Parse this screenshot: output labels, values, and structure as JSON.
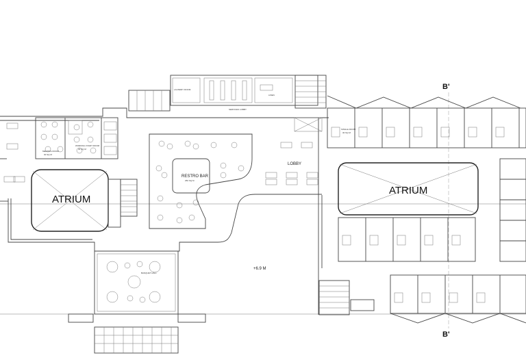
{
  "labels": {
    "atrium_left": "ATRIUM",
    "atrium_right": "ATRIUM",
    "restro_bar": "RESTRO BAR",
    "restro_bar_area": "250 SQ M",
    "lobby": "LOBBY",
    "level": "+6.9 M",
    "section_top": "B'",
    "section_bottom": "B'",
    "laundry": "LAUNDRY ROOM",
    "services_lobby": "SERVICES LOBBY",
    "linen": "LINEN",
    "meeting_room": "MEETING ROOM",
    "meeting_room_area": "30 SQ M",
    "working_start": "WORKING START ROOM",
    "working_start_area": "30 SQ M",
    "banquet": "BANQUET HALL",
    "room_label": "SINGLE ROOM",
    "room_area": "30 SQ M"
  }
}
